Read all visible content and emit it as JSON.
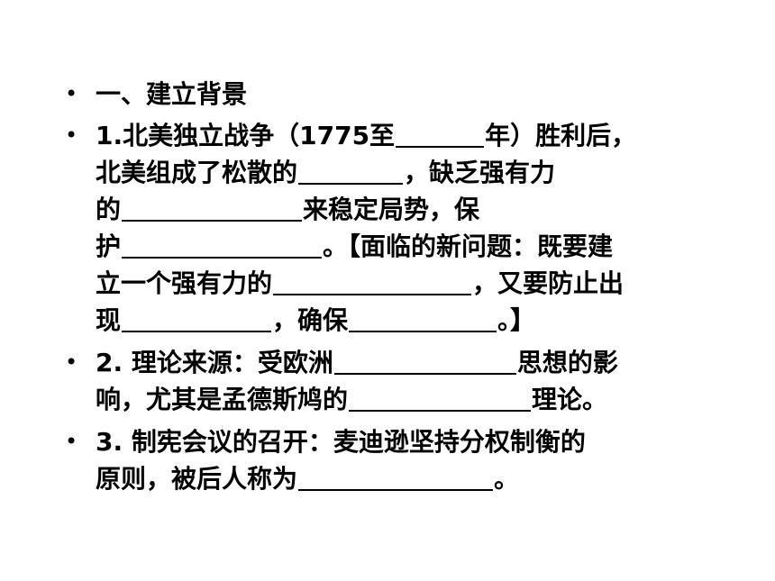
{
  "bullet_glyph": "•",
  "section_title": "一、建立背景",
  "item1": {
    "l1_a": "1.北美独立战争（1775至",
    "l1_b": "年）胜利后，",
    "l2_a": "北美组成了松散的",
    "l2_b": "，缺乏强有力",
    "l3_a": "的",
    "l3_b": "来稳定局势，保",
    "l4_a": "护",
    "l4_b": "。【面临的新问题：既要建",
    "l5_a": "立一个强有力的",
    "l5_b": "，又要防止出",
    "l6_a": "现",
    "l6_b": "，确保",
    "l6_c": "。】"
  },
  "item2": {
    "l1_a": "2. 理论来源：受欧洲",
    "l1_b": "思想的影",
    "l2_a": "响，尤其是孟德斯鸠的",
    "l2_b": "理论。"
  },
  "item3": {
    "l1": "3. 制宪会议的召开：麦迪逊坚持分权制衡的",
    "l2_a": "原则，被后人称为",
    "l2_b": "。"
  }
}
